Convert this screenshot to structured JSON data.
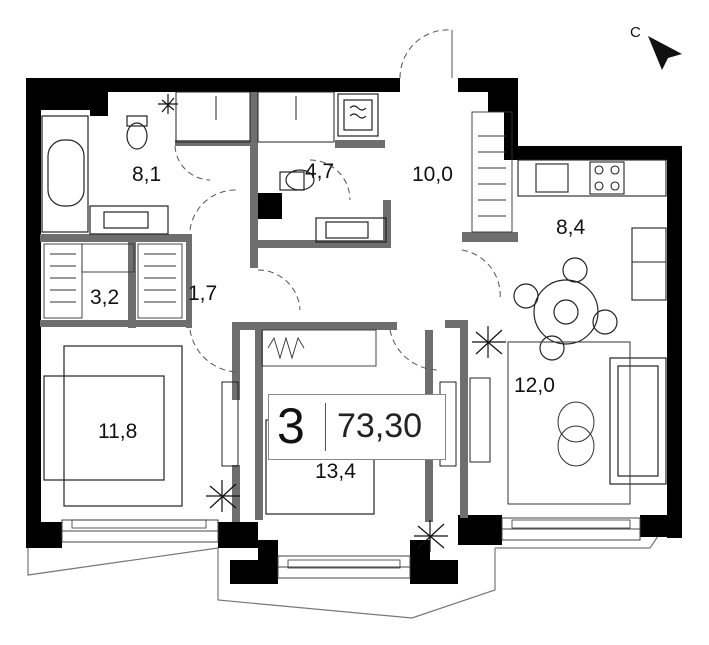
{
  "plan": {
    "rooms_count": "3",
    "total_area": "73,30",
    "compass_letter": "С",
    "rooms": [
      {
        "id": "bathroom",
        "area": "8,1"
      },
      {
        "id": "wc",
        "area": "4,7"
      },
      {
        "id": "hall",
        "area": "10,0"
      },
      {
        "id": "kitchen",
        "area": "8,4"
      },
      {
        "id": "wardrobe",
        "area": "3,2"
      },
      {
        "id": "corridor",
        "area": "1,7"
      },
      {
        "id": "living",
        "area": "12,0"
      },
      {
        "id": "bedroom-left",
        "area": "11,8"
      },
      {
        "id": "bedroom-center",
        "area": "13,4"
      }
    ]
  },
  "colors": {
    "wall": "#000000",
    "partition": "#6e6e6e",
    "line": "#333333"
  }
}
